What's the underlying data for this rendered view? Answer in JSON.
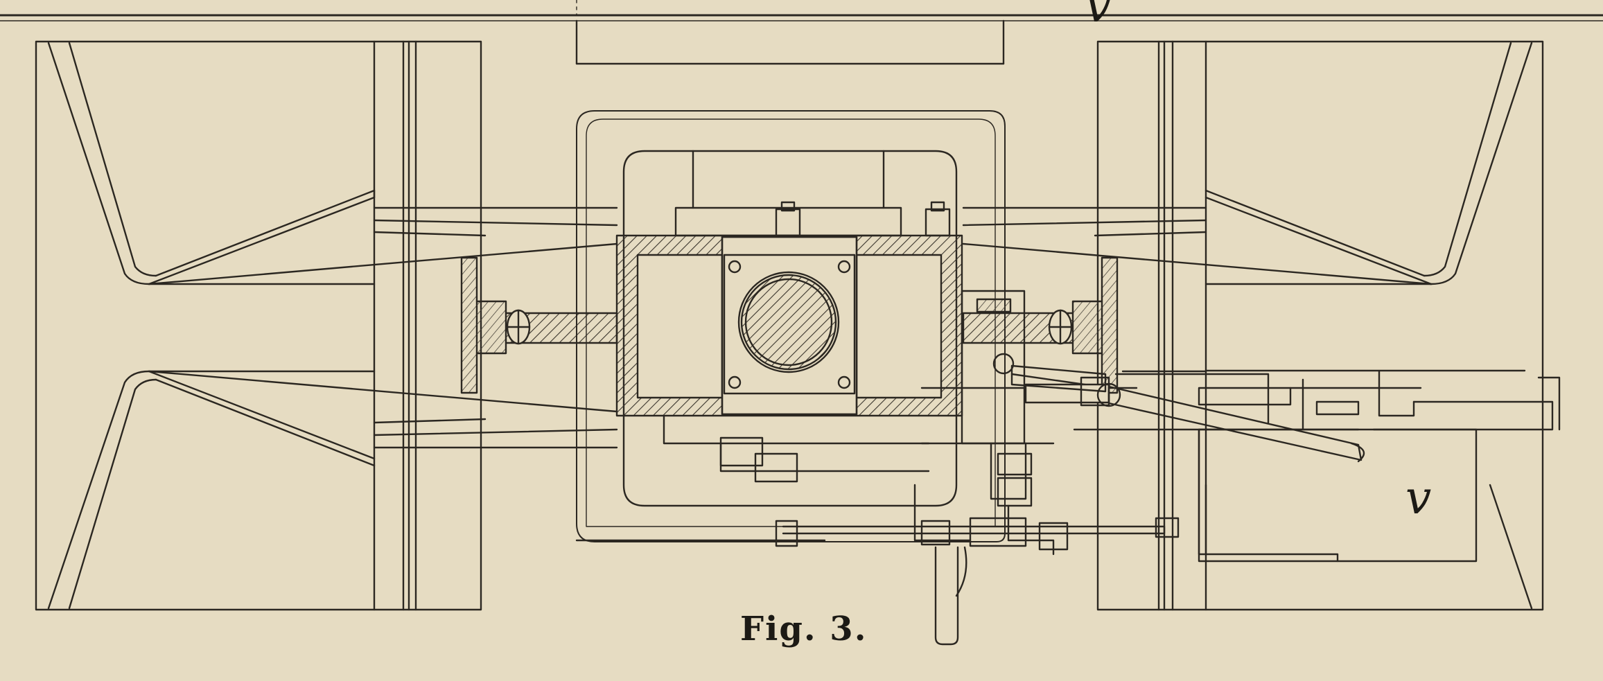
{
  "figure": {
    "caption": "Fig. 3.",
    "markers": {
      "top_right": "v",
      "right_block": "v"
    }
  },
  "colors": {
    "paper": "#e6dcc2",
    "ink": "#2b2721",
    "hatch": "#5a544a"
  }
}
